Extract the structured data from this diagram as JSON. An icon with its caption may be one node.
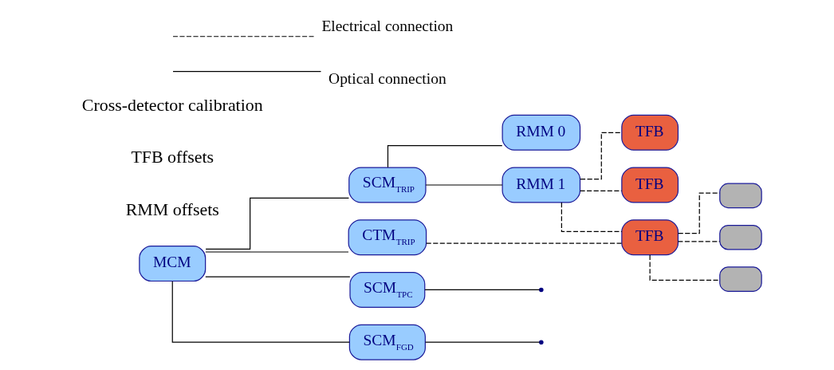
{
  "diagram": {
    "nodes": [
      {
        "text": [
          "MCM"
        ]
      },
      {
        "text": [
          "SCM$_{TRIP}$"
        ]
      },
      {
        "text": [
          "RMM 0"
        ]
      },
      {
        "text": [
          "RMM 1"
        ]
      },
      {
        "text": [
          "TFB"
        ]
      },
      {
        "text": [
          "TFB"
        ]
      },
      {
        "text": [
          "TFB"
        ]
      },
      {
        "text": [],
        "shape": "box"
      },
      {
        "text": [],
        "shape": "box"
      },
      {
        "text": [],
        "shape": "box"
      },
      {
        "text": [
          "CTM$_{TRIP}$"
        ]
      },
      {
        "text": [
          "SCM$_{TPC}$"
        ]
      },
      {
        "text": [
          "SCM$_{FGD}$"
        ]
      }
    ],
    "edges": [
      {
        "from": 0,
        "to": 1,
        "arrow": "none"
      },
      {
        "from": 1,
        "to": 2,
        "arrow": "none"
      },
      {
        "from": 1,
        "to": 3,
        "arrow": "none"
      },
      {
        "from": 3,
        "to": 4,
        "arrow": "none",
        "style": "dashed"
      },
      {
        "from": 3,
        "to": 5,
        "arrow": "none",
        "style": "dashed"
      },
      {
        "from": 3,
        "to": 6,
        "arrow": "none",
        "style": "dashed"
      },
      {
        "from": 6,
        "to": 7,
        "arrow": "none",
        "style": "dashed"
      },
      {
        "from": 6,
        "to": 8,
        "arrow": "none",
        "style": "dashed"
      },
      {
        "from": 6,
        "to": 9,
        "arrow": "none",
        "style": "dashed"
      },
      {
        "from": 0,
        "to": 10,
        "arrow": "none"
      },
      {
        "from": 10,
        "to": 6,
        "arrow": "none",
        "style": "dashed"
      },
      {
        "from": 0,
        "to": 11,
        "arrow": "none"
      },
      {
        "from": 0,
        "to": 12,
        "arrow": "none"
      },
      {
        "from": 11,
        "to": null,
        "arrow": "none"
      },
      {
        "from": 12,
        "to": null,
        "arrow": "none"
      }
    ],
    "labels": [
      "RMM offsets",
      "TFB offsets",
      "Cross-detector calibration"
    ],
    "legend": [
      {
        "text": "Electrical connection"
      },
      {
        "text": "Optical connection"
      }
    ]
  }
}
